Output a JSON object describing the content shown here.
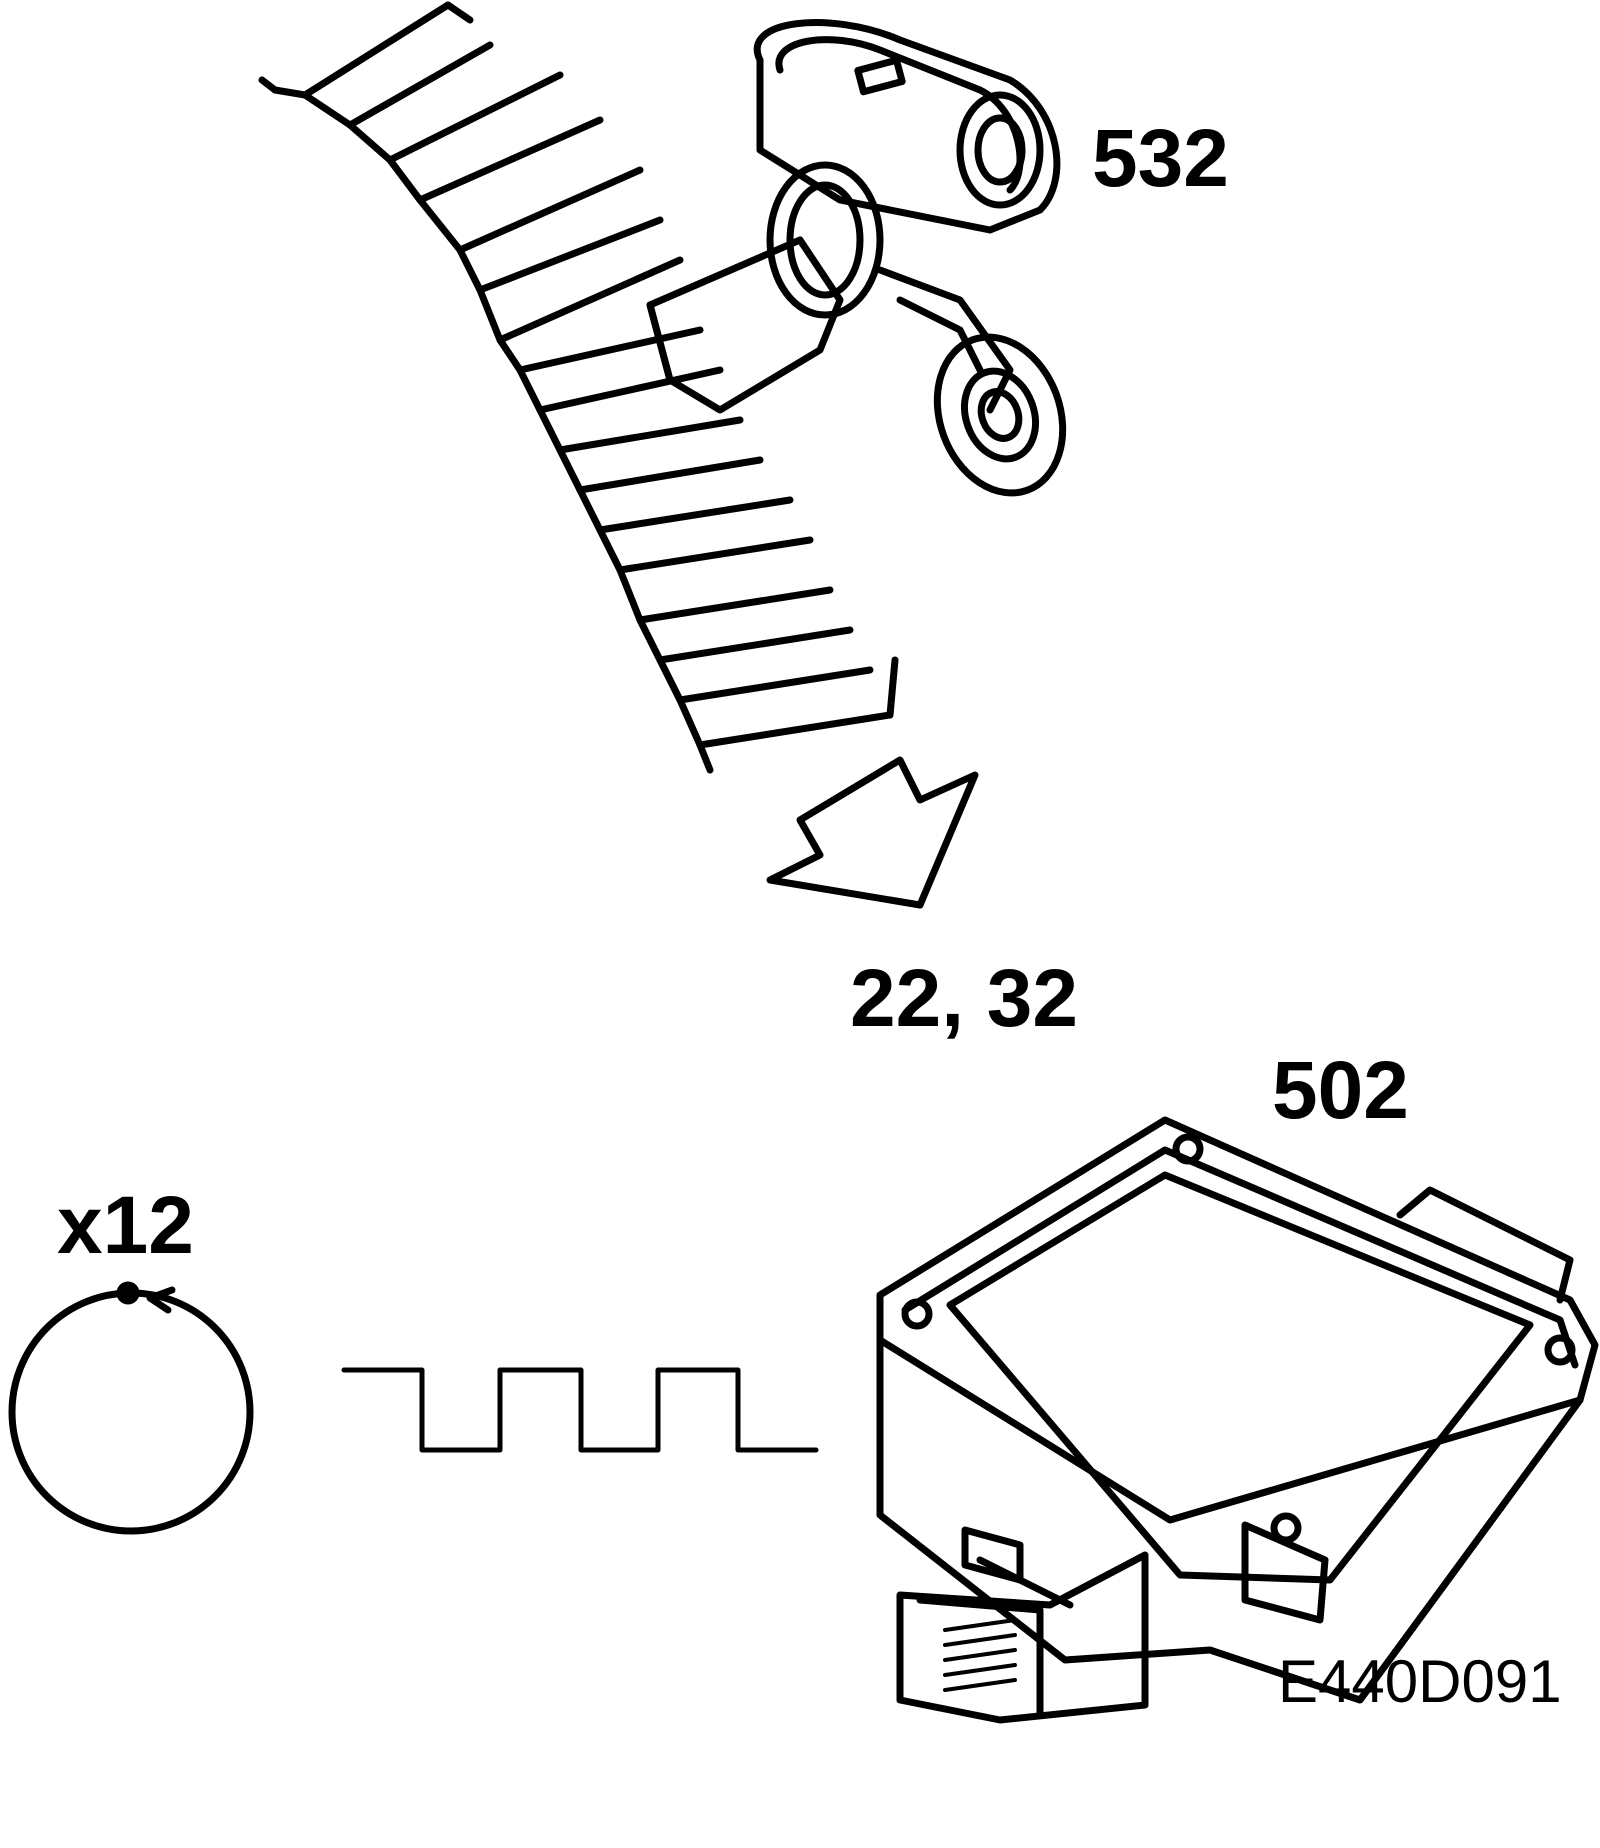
{
  "callouts": {
    "sensor": "532",
    "connector_pins": "22, 32",
    "control_module": "502",
    "pulses_per_rev": "x12"
  },
  "figure_code": "E440D091",
  "colors": {
    "line": "#000000",
    "background": "#ffffff"
  }
}
